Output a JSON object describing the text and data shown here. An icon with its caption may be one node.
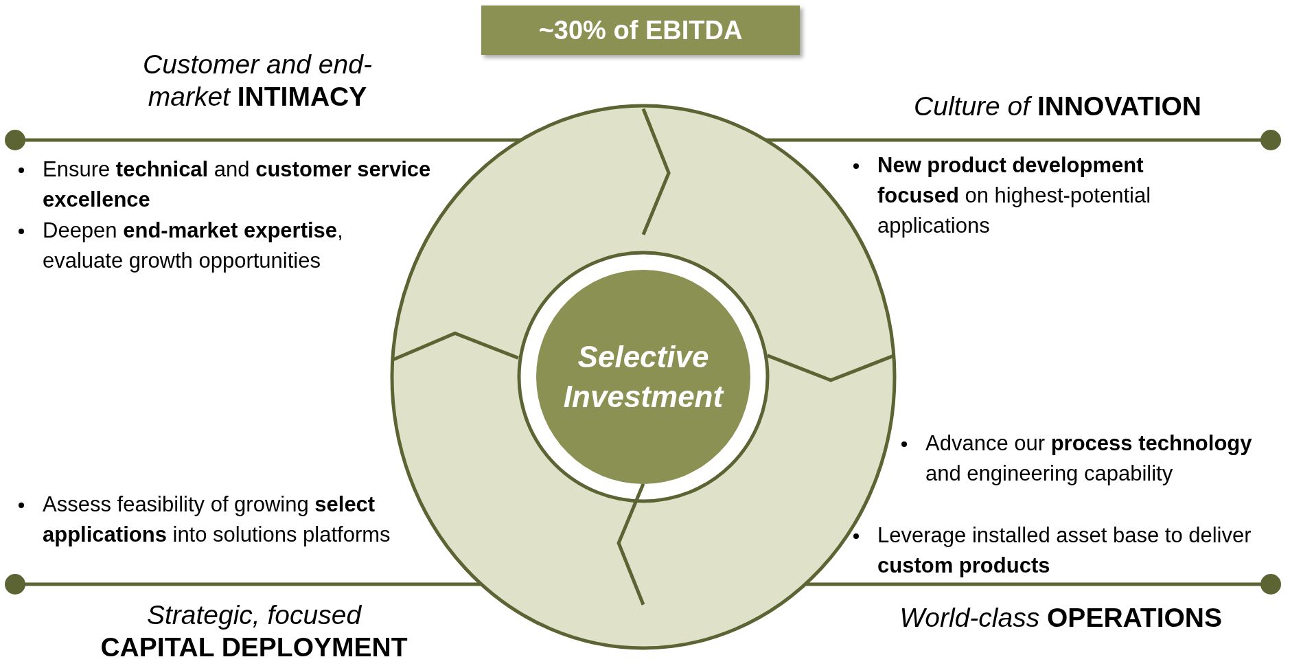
{
  "diagram": {
    "nodes": [
      {
        "text": [
          "~30% of EBITDA"
        ]
      },
      {
        "text": [
          "Selective Investment"
        ]
      }
    ],
    "labels": [
      "Customer and end-market **INTIMACY**",
      "Culture of **INNOVATION**",
      "Ensure **technical** and **customer service excellence**",
      "Deepen **end-market expertise**, evaluate growth opportunities",
      "**New product development focused** on highest-potential applications",
      "Advance our **process technology** and engineering capability",
      "Leverage installed asset base to deliver **custom products**",
      "Assess feasibility of growing **select applications** into solutions platforms",
      "Strategic, focused **CAPITAL DEPLOYMENT**",
      "World-class **OPERATIONS**"
    ]
  }
}
